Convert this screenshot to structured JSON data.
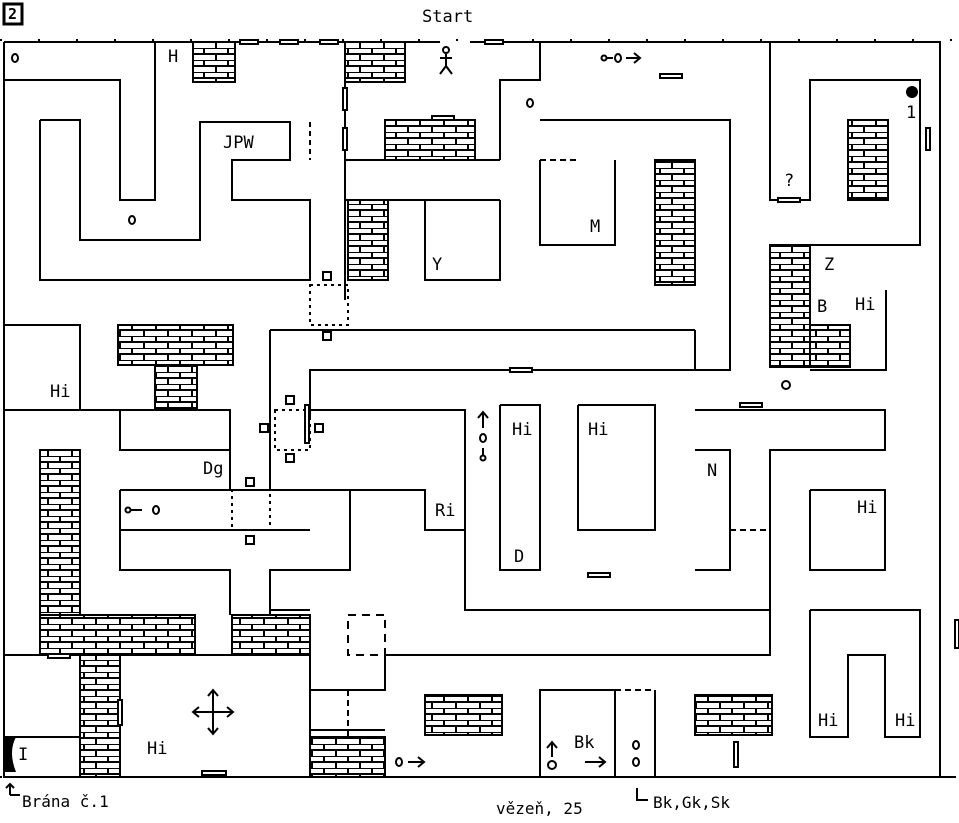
{
  "level": {
    "badge": "2",
    "start": "Start"
  },
  "rooms": {
    "H": "H",
    "JPW": "JPW",
    "Y": "Y",
    "M": "M",
    "question": "?",
    "one": "1",
    "Z": "Z",
    "B": "B",
    "Hi_b": "Hi",
    "Hi_left": "Hi",
    "Hi_center1": "Hi",
    "Hi_center2": "Hi",
    "Dg": "Dg",
    "Ri": "Ri",
    "N": "N",
    "D": "D",
    "Hi_right_mid": "Hi",
    "Hi_br1": "Hi",
    "Hi_br2": "Hi",
    "Hi_bl": "Hi",
    "I": "I",
    "Bk": "Bk"
  },
  "captions": {
    "gate": "Brána č.1",
    "prisoner": "vězeň, 25",
    "keys": "Bk,Gk,Sk"
  },
  "colors": {
    "ink": "#000000",
    "paper": "#ffffff"
  }
}
